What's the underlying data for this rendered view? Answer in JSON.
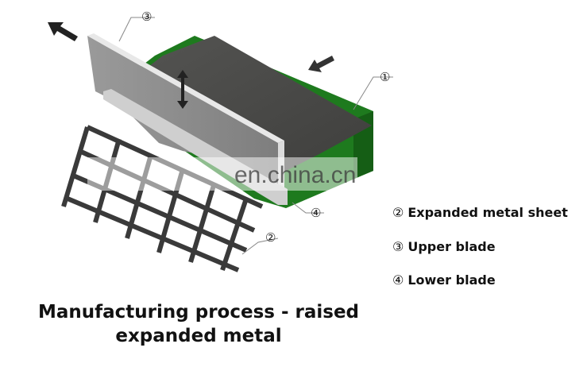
{
  "diagram": {
    "title_line1": "Manufacturing process - raised",
    "title_line2": "expanded metal",
    "watermark": "en.china.cn",
    "callouts": [
      {
        "id": "1",
        "glyph": "①",
        "target": "metal-sheet-feed"
      },
      {
        "id": "2",
        "glyph": "②",
        "target": "expanded-metal-sheet"
      },
      {
        "id": "3",
        "glyph": "③",
        "target": "upper-blade"
      },
      {
        "id": "4",
        "glyph": "④",
        "target": "lower-blade"
      }
    ],
    "legend": [
      {
        "num": "②",
        "label": "Expanded metal sheet"
      },
      {
        "num": "③",
        "label": "Upper blade"
      },
      {
        "num": "④",
        "label": "Lower blade"
      }
    ],
    "colors": {
      "conveyor_green": "#1e7a1e",
      "sheet_dark": "#4a4a48",
      "blade_grey": "#8c8c8c",
      "mesh": "#3a3a3a"
    }
  }
}
